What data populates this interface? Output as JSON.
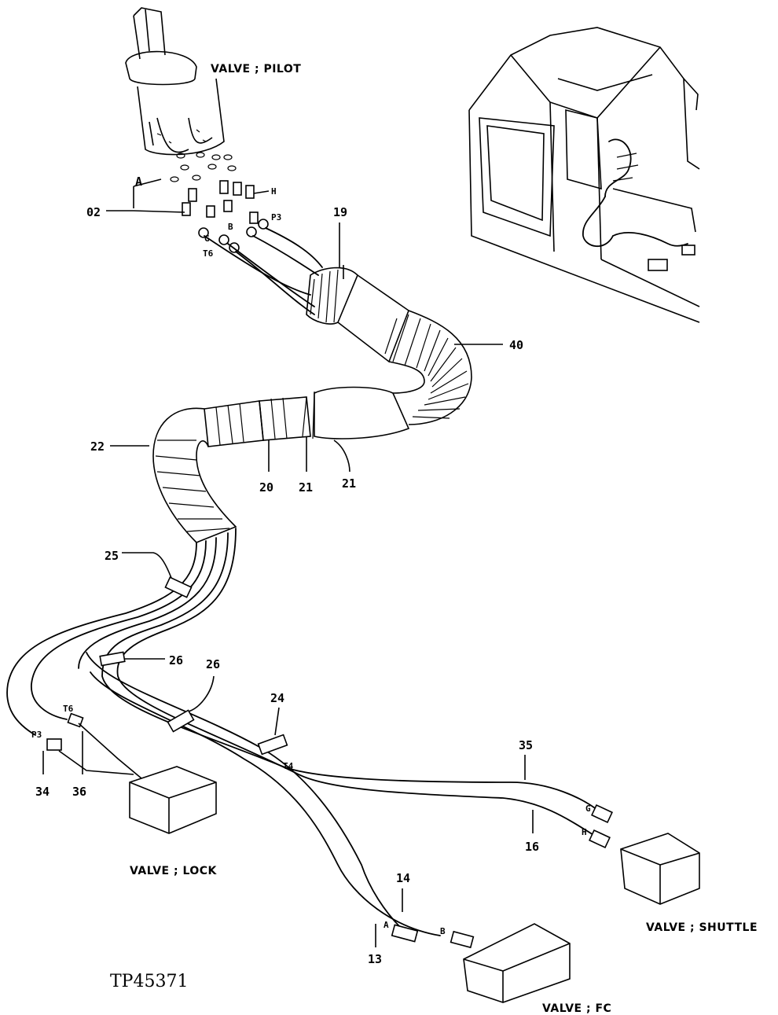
{
  "figure_code": "TP45371",
  "components": {
    "valve_pilot": "VALVE ; PILOT",
    "valve_lock": "VALVE ; LOCK",
    "valve_shuttle": "VALVE ; SHUTTLE",
    "valve_fc": "VALVE ; FC"
  },
  "callouts": {
    "c02": "02",
    "c19": "19",
    "c40": "40",
    "c22": "22",
    "c20": "20",
    "c21a": "21",
    "c21b": "21",
    "c25": "25",
    "c26a": "26",
    "c26b": "26",
    "c24": "24",
    "c35": "35",
    "c16": "16",
    "c34": "34",
    "c36": "36",
    "c14": "14",
    "c13": "13"
  },
  "ports": {
    "a_top": "A",
    "h_top": "H",
    "p3_top": "P3",
    "t6_top": "T6",
    "b_top": "B",
    "g_top": "G",
    "t6_low": "T6",
    "p3_low": "P3",
    "t4": "T4",
    "g_low": "G",
    "h_low": "H",
    "a_low": "A",
    "b_low": "B"
  }
}
